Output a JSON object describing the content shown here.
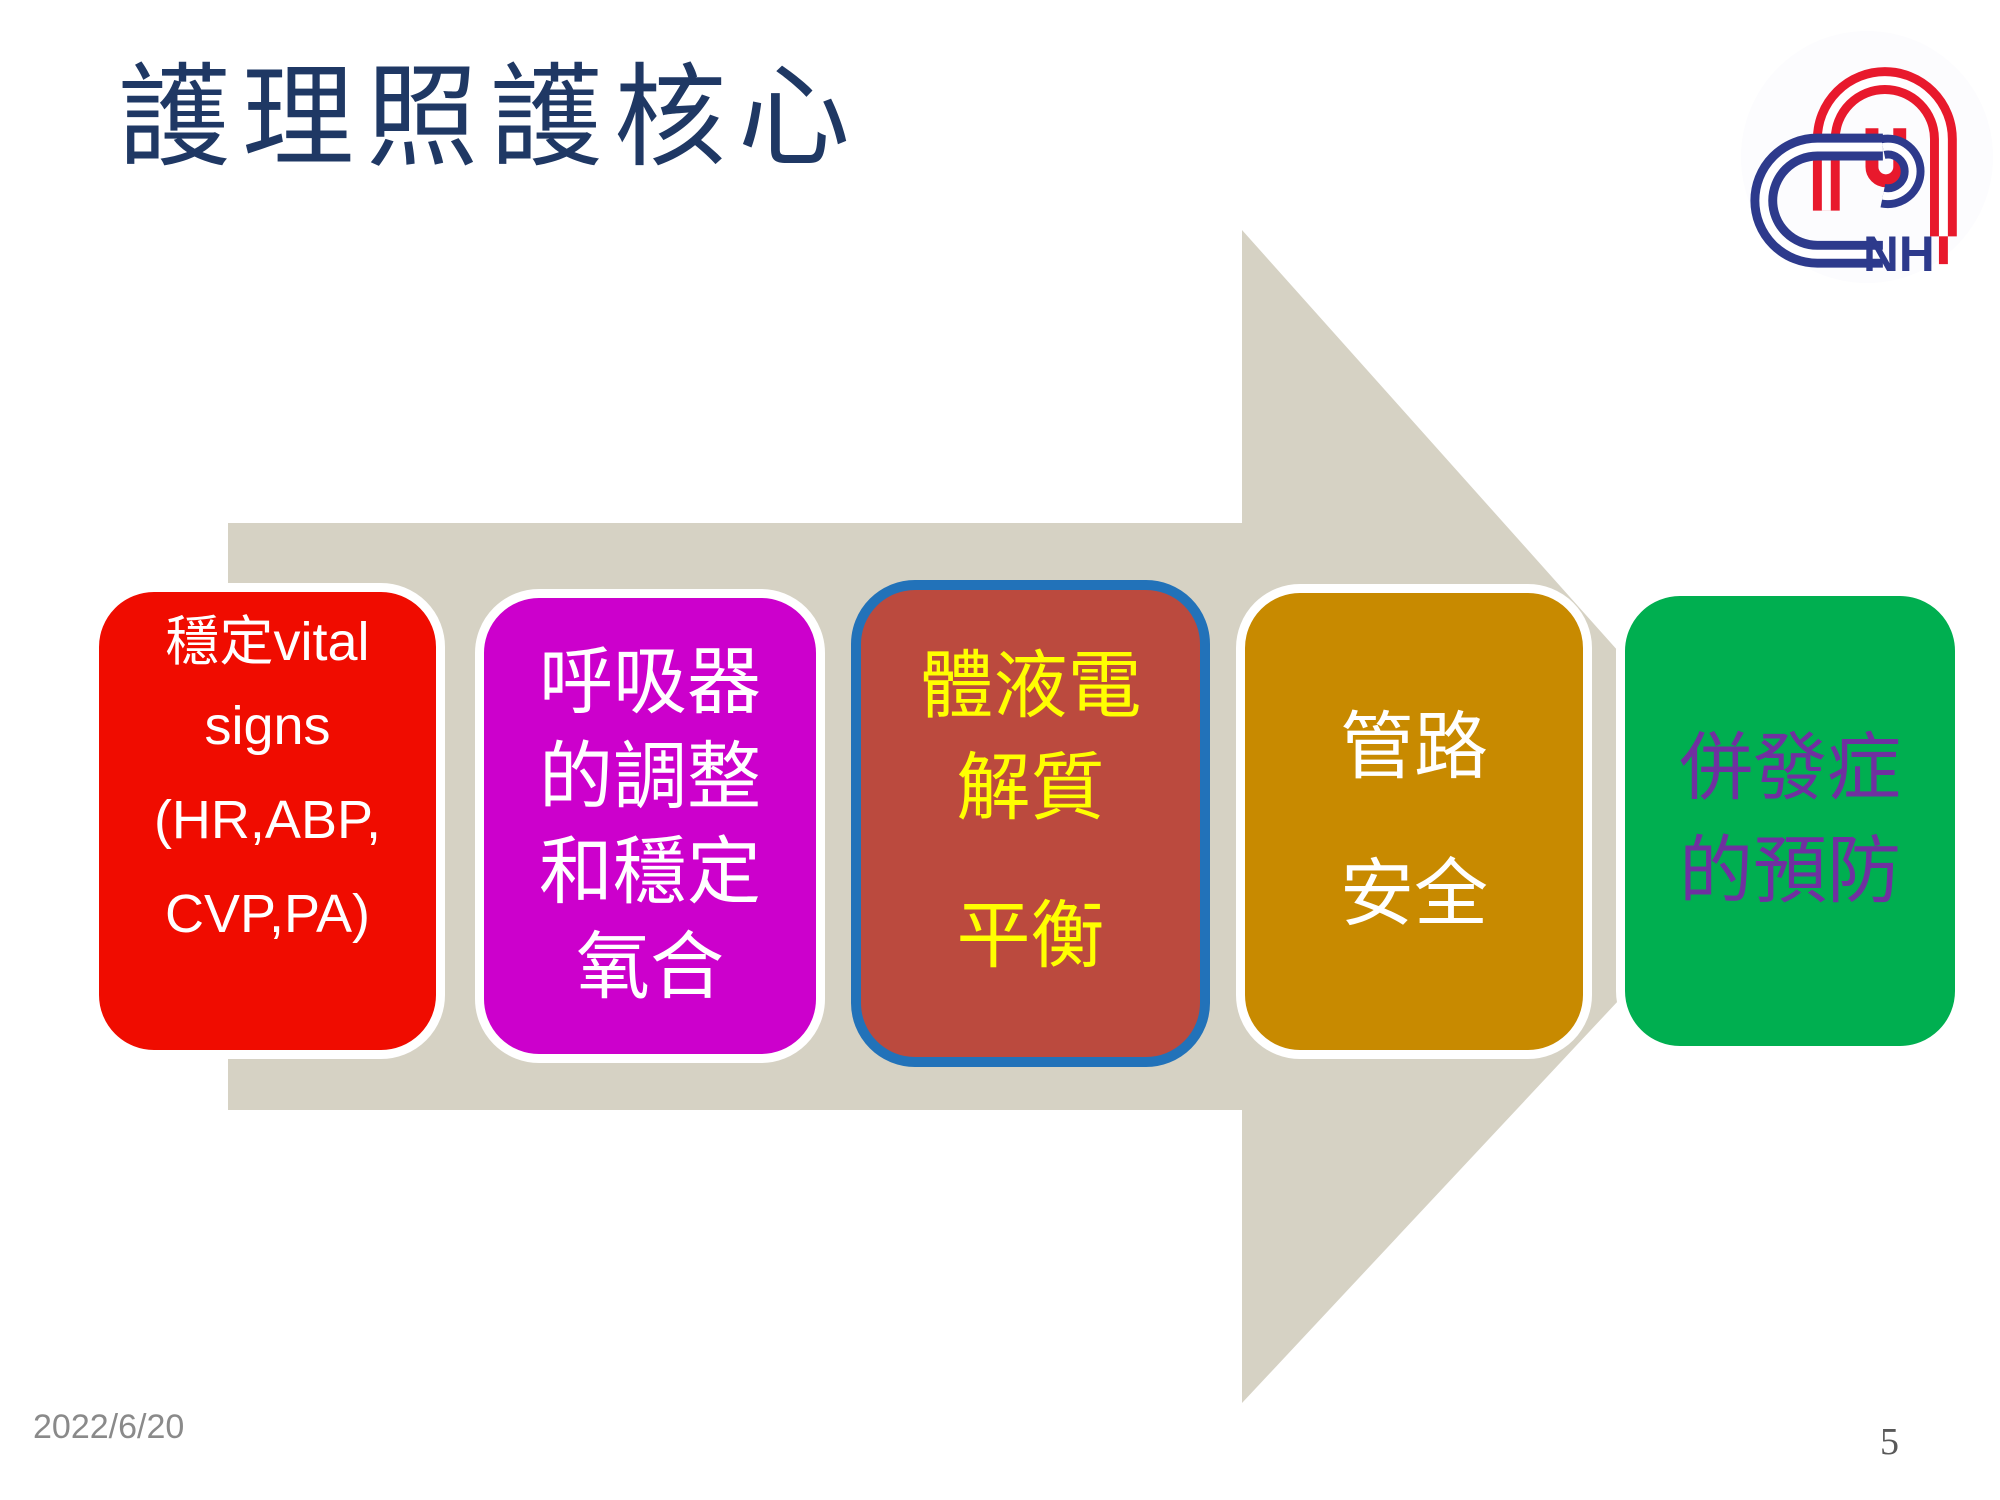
{
  "slide": {
    "title": "護理照護核心",
    "date": "2022/6/20",
    "page_number": "5"
  },
  "logo": {
    "icon": "hospital-heart-logo",
    "letters": "NH",
    "red": "#E8192C",
    "navy": "#2D3A8C"
  },
  "arrow": {
    "shape": "right-arrow",
    "color": "#D6D2C4"
  },
  "boxes": [
    {
      "id": "vital-signs",
      "bg": "#F00C00",
      "text_color": "#FFFFFF",
      "lines": [
        "穩定vital",
        "signs",
        "(HR,ABP,",
        "CVP,PA)"
      ]
    },
    {
      "id": "ventilator",
      "bg": "#CC00CC",
      "text_color": "#FFFFFF",
      "lines": [
        "呼吸器",
        "的調整",
        "和穩定",
        "氧合"
      ]
    },
    {
      "id": "fluid-electrolyte",
      "bg": "#BB4A3E",
      "border_color": "#2272B9",
      "text_color": "#FFFF00",
      "lines": [
        "體液電",
        "解質",
        "平衡"
      ]
    },
    {
      "id": "line-safety",
      "bg": "#C88A00",
      "text_color": "#FFFFFF",
      "lines": [
        "管路",
        "安全"
      ]
    },
    {
      "id": "complication-prevention",
      "bg": "#00AF50",
      "text_color": "#7030A0",
      "lines": [
        "併發症",
        "的預防"
      ]
    }
  ]
}
